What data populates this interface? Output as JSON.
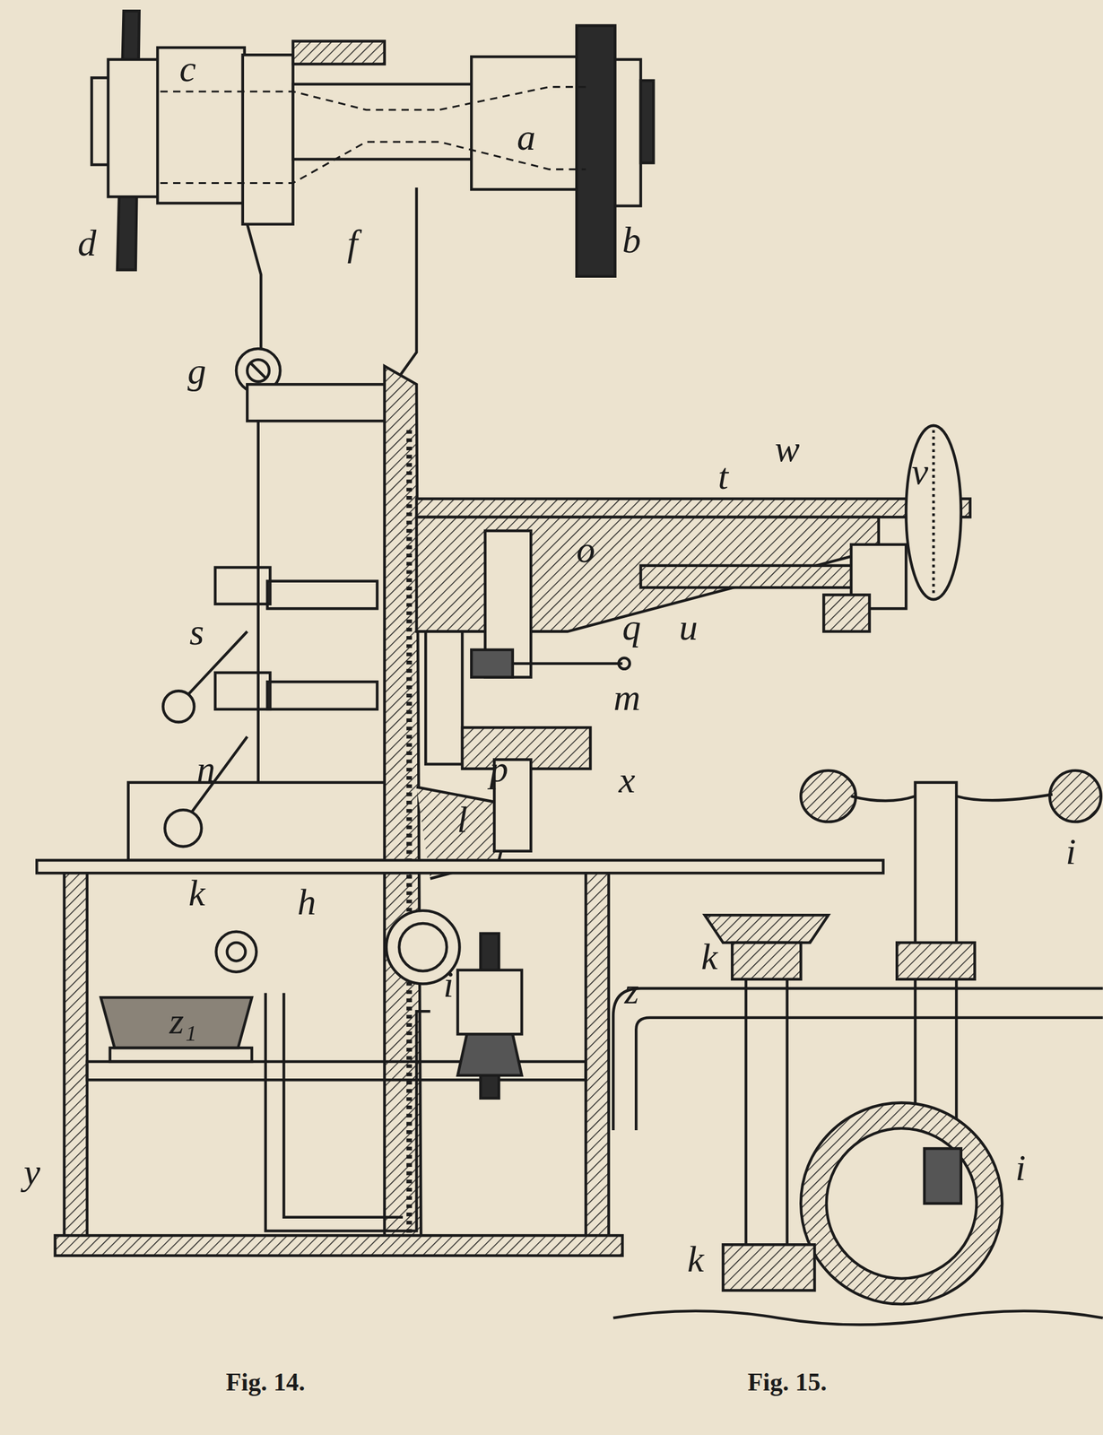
{
  "diagram": {
    "labels": [
      "c",
      "d",
      "a",
      "b",
      "f",
      "g",
      "w",
      "v",
      "t",
      "s",
      "o",
      "q",
      "u",
      "m",
      "n",
      "p",
      "x",
      "l",
      "k",
      "h",
      "i",
      "z",
      "z₁",
      "y",
      "i",
      "k",
      "k",
      "i",
      "Fig. 14.",
      "Fig. 15."
    ]
  }
}
